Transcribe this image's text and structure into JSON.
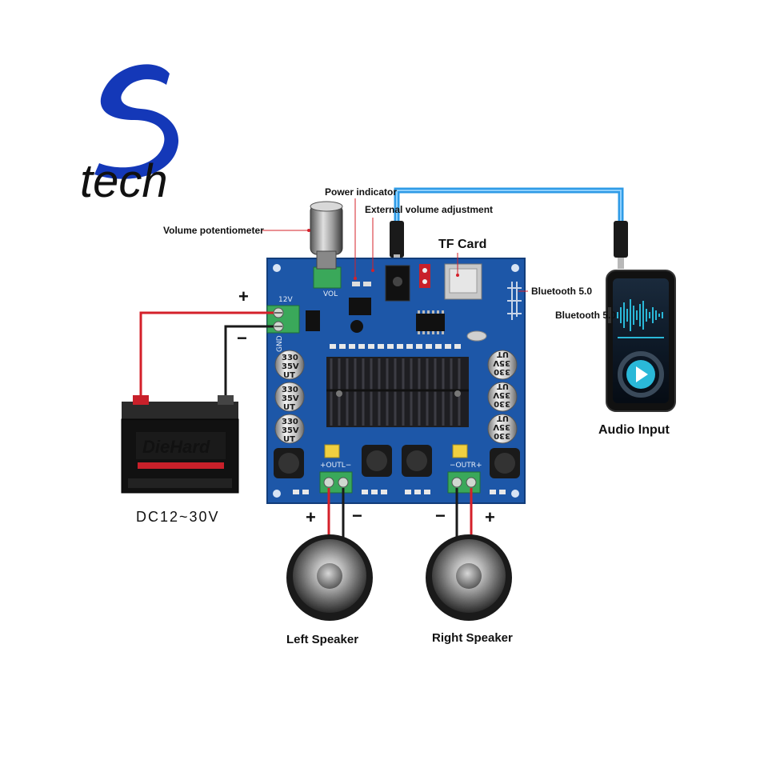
{
  "logo": {
    "text": "tech"
  },
  "labels": {
    "power_indicator": "Power indicator",
    "external_volume": "External volume adjustment",
    "volume_pot": "Volume potentiometer",
    "tf_card": "TF Card",
    "bluetooth_board": "Bluetooth 5.0",
    "bluetooth_phone": "Bluetooth 5.0",
    "audio_input": "Audio Input",
    "dc_range": "DC12~30V",
    "left_speaker": "Left Speaker",
    "right_speaker": "Right Speaker"
  },
  "polarity": {
    "plus": "+",
    "minus": "−"
  },
  "board": {
    "outl": "+OUTL−",
    "outr": "−OUTR+",
    "gnd": "GND",
    "vol": "VOL",
    "in_pwr": "12V",
    "capacitor_top": "330",
    "capacitor_mid": "35V",
    "capacitor_bottom": "UT"
  },
  "battery": {
    "brand": "DieHard"
  },
  "colors": {
    "pcb": "#1d57a8",
    "cable_blue": "#2f9be6",
    "wire_red": "#d4202a",
    "wire_black": "#1a1a1a",
    "logo_blue": "#1438b8",
    "terminal_green": "#3aa85a",
    "heatsink": "#1e1e22",
    "phone_cyan": "#2ab8d8"
  }
}
